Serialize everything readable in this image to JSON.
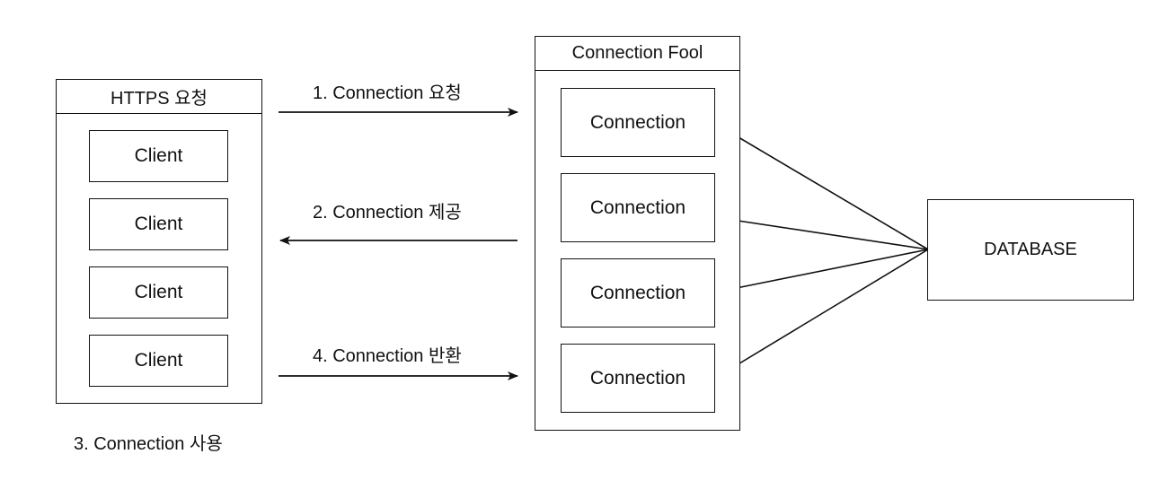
{
  "left_container": {
    "title": "HTTPS 요청",
    "clients": [
      "Client",
      "Client",
      "Client",
      "Client"
    ]
  },
  "pool_container": {
    "title": "Connection Fool",
    "connections": [
      "Connection",
      "Connection",
      "Connection",
      "Connection"
    ]
  },
  "database": {
    "label": "DATABASE"
  },
  "steps": {
    "step1": "1. Connection 요청",
    "step2": "2. Connection 제공",
    "step3": "3. Connection 사용",
    "step4": "4. Connection 반환"
  }
}
